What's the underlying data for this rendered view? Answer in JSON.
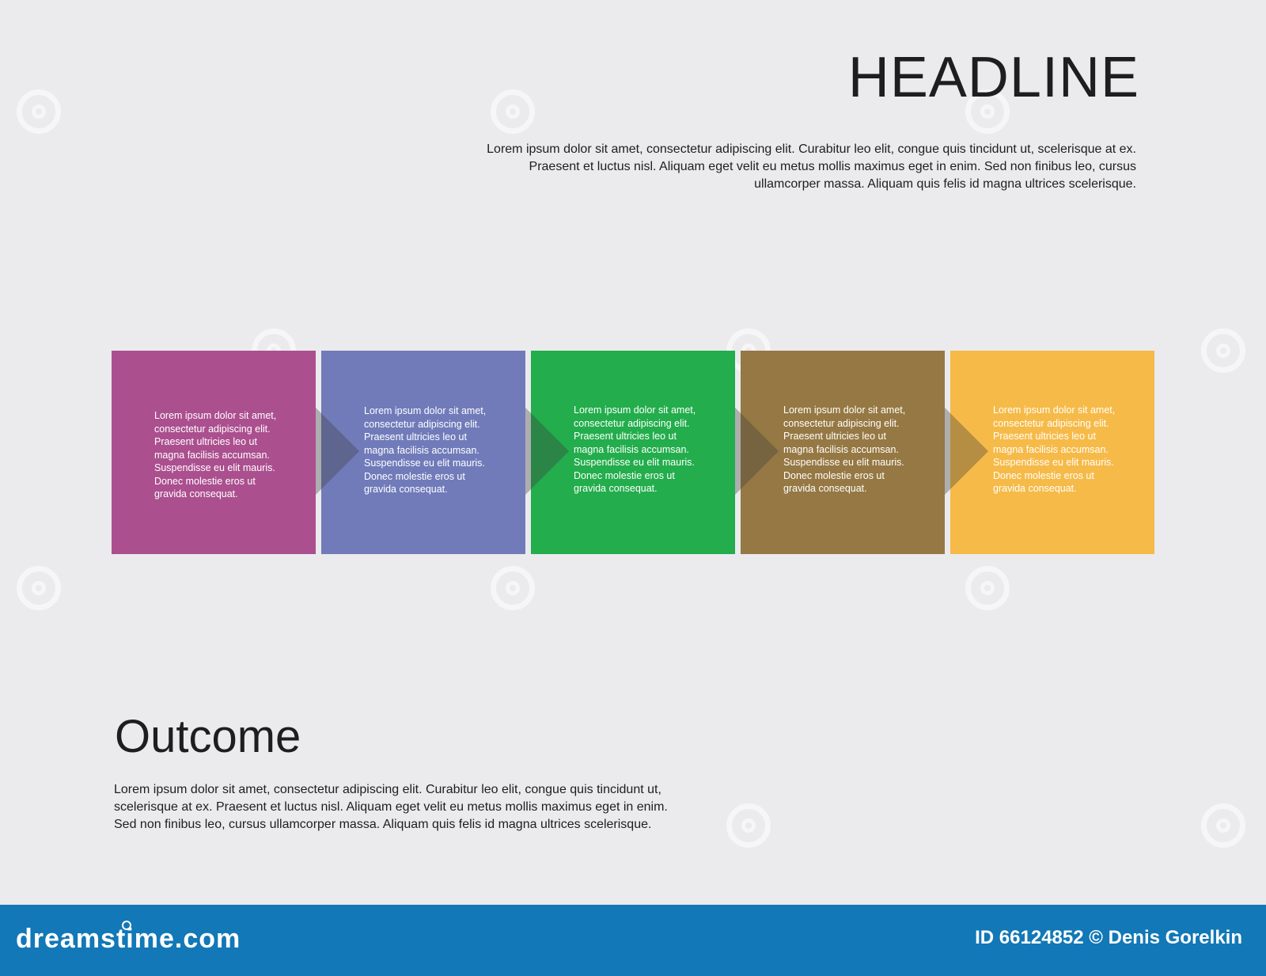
{
  "header": {
    "title": "HEADLINE",
    "description": "Lorem ipsum dolor sit amet, consectetur adipiscing elit. Curabitur leo elit, congue quis tincidunt ut, scelerisque at ex. Praesent et luctus nisl. Aliquam eget velit eu metus mollis maximus eget in enim. Sed non finibus leo, cursus ullamcorper massa. Aliquam quis felis id magna ultrices scelerisque."
  },
  "steps": [
    {
      "color": "#ab4f8f",
      "text": "Lorem ipsum dolor sit amet, consectetur adipiscing elit. Praesent ultricies leo ut magna facilisis accumsan. Suspendisse eu elit mauris. Donec molestie eros ut gravida consequat."
    },
    {
      "color": "#717bba",
      "text": "Lorem ipsum dolor sit amet, consectetur adipiscing elit. Praesent ultricies leo ut magna facilisis accumsan. Suspendisse eu elit mauris. Donec molestie eros ut gravida consequat."
    },
    {
      "color": "#23ad4c",
      "text": "Lorem ipsum dolor sit amet, consectetur adipiscing elit. Praesent ultricies leo ut magna facilisis accumsan. Suspendisse eu elit mauris. Donec molestie eros ut gravida consequat."
    },
    {
      "color": "#957843",
      "text": "Lorem ipsum dolor sit amet, consectetur adipiscing elit. Praesent ultricies leo ut magna facilisis accumsan. Suspendisse eu elit mauris. Donec molestie eros ut gravida consequat."
    },
    {
      "color": "#f6ba48",
      "text": "Lorem ipsum dolor sit amet, consectetur adipiscing elit. Praesent ultricies leo ut magna facilisis accumsan. Suspendisse eu elit mauris. Donec molestie eros ut gravida consequat."
    }
  ],
  "outcome": {
    "title": "Outcome",
    "description": "Lorem ipsum dolor sit amet, consectetur adipiscing elit. Curabitur leo elit, congue quis tincidunt ut, scelerisque at ex. Praesent et luctus nisl. Aliquam eget velit eu metus mollis maximus eget in enim. Sed non finibus leo, cursus ullamcorper massa. Aliquam quis felis id magna ultrices scelerisque."
  },
  "footer": {
    "brand": "dreamstime.com",
    "credit": "ID 66124852 © Denis Gorelkin",
    "color": "#1278b7"
  },
  "watermark_icon": "spiral-watermark-icon"
}
